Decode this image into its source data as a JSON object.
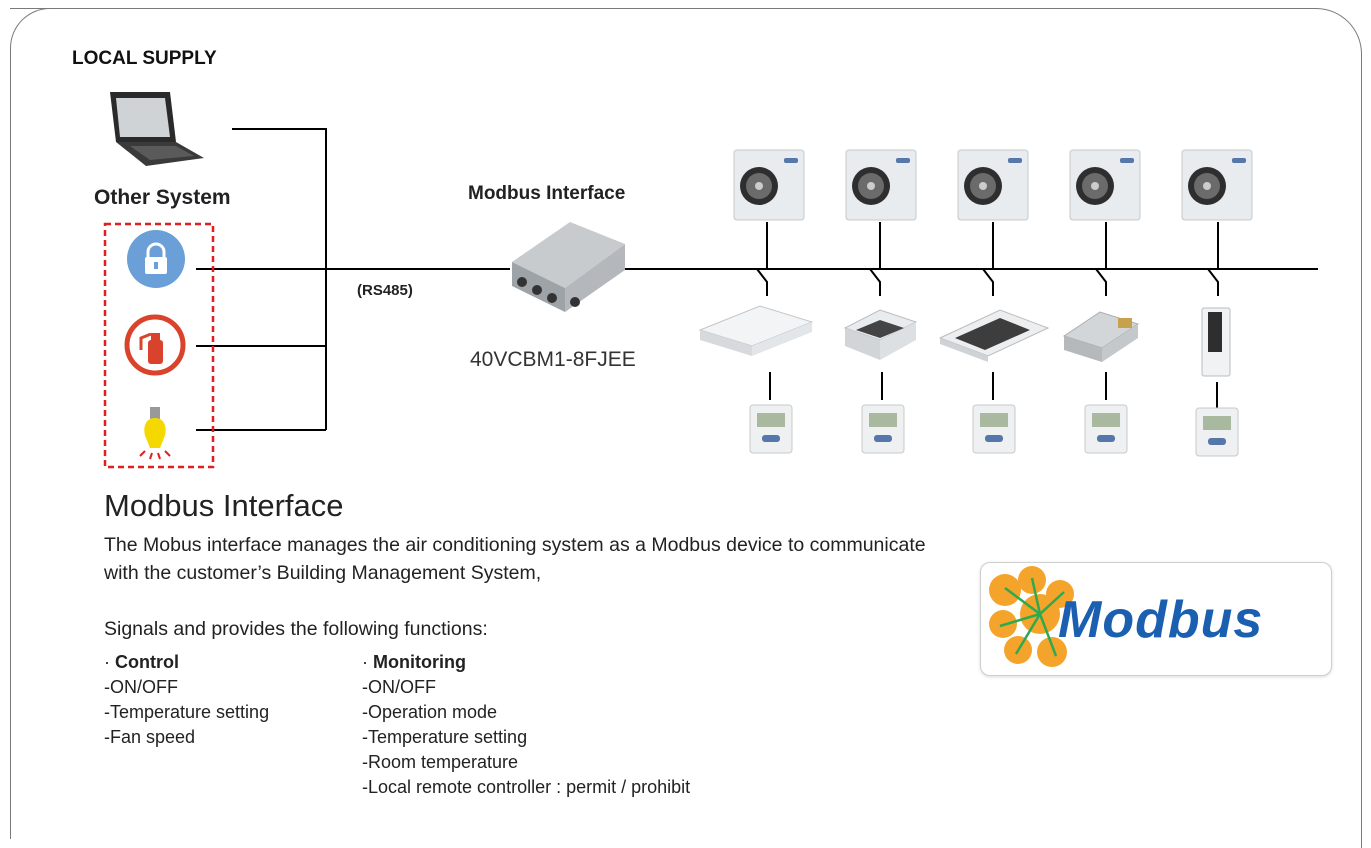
{
  "labels": {
    "local_supply": "LOCAL SUPPLY",
    "other_system": "Other System",
    "modbus_interface": "Modbus Interface",
    "rs485": "(RS485)",
    "model": "40VCBM1-8FJEE"
  },
  "section": {
    "heading": "Modbus Interface",
    "description": "The Mobus interface manages the air conditioning system as a Modbus device to communicate with the customer’s Building Management System,",
    "signals_intro": "Signals and provides the following functions:"
  },
  "control": {
    "title": "Control",
    "items": [
      "-ON/OFF",
      "-Temperature setting",
      "-Fan speed"
    ]
  },
  "monitoring": {
    "title": "Monitoring",
    "items": [
      "-ON/OFF",
      "-Operation mode",
      "-Temperature setting",
      "-Room temperature",
      "-Local remote controller : permit / prohibit"
    ]
  },
  "logo": {
    "text": "Modbus"
  },
  "icons": [
    "laptop-icon",
    "lock-icon",
    "fire-extinguisher-icon",
    "light-bulb-icon",
    "modbus-interface-box-icon",
    "outdoor-unit-icon",
    "indoor-unit-icon",
    "remote-controller-icon"
  ],
  "colors": {
    "dashed_box": "#e02020",
    "logo_text": "#1a5fb0",
    "lock_icon": "#6a9fd8",
    "fire_icon": "#d9432b",
    "bulb_icon": "#f5d800"
  }
}
